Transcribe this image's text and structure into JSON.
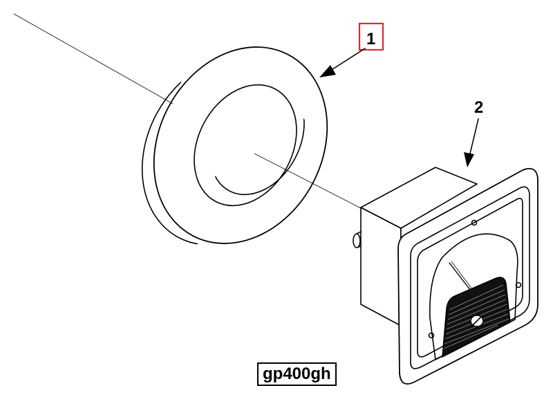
{
  "callouts": [
    {
      "id": "1",
      "label": "1",
      "highlighted": true,
      "highlight_color": "#e8262a"
    },
    {
      "id": "2",
      "label": "2",
      "highlighted": false
    }
  ],
  "figure_id": "gp400gh",
  "colors": {
    "line": "#000000",
    "background": "#ffffff",
    "highlight": "#e8262a"
  }
}
